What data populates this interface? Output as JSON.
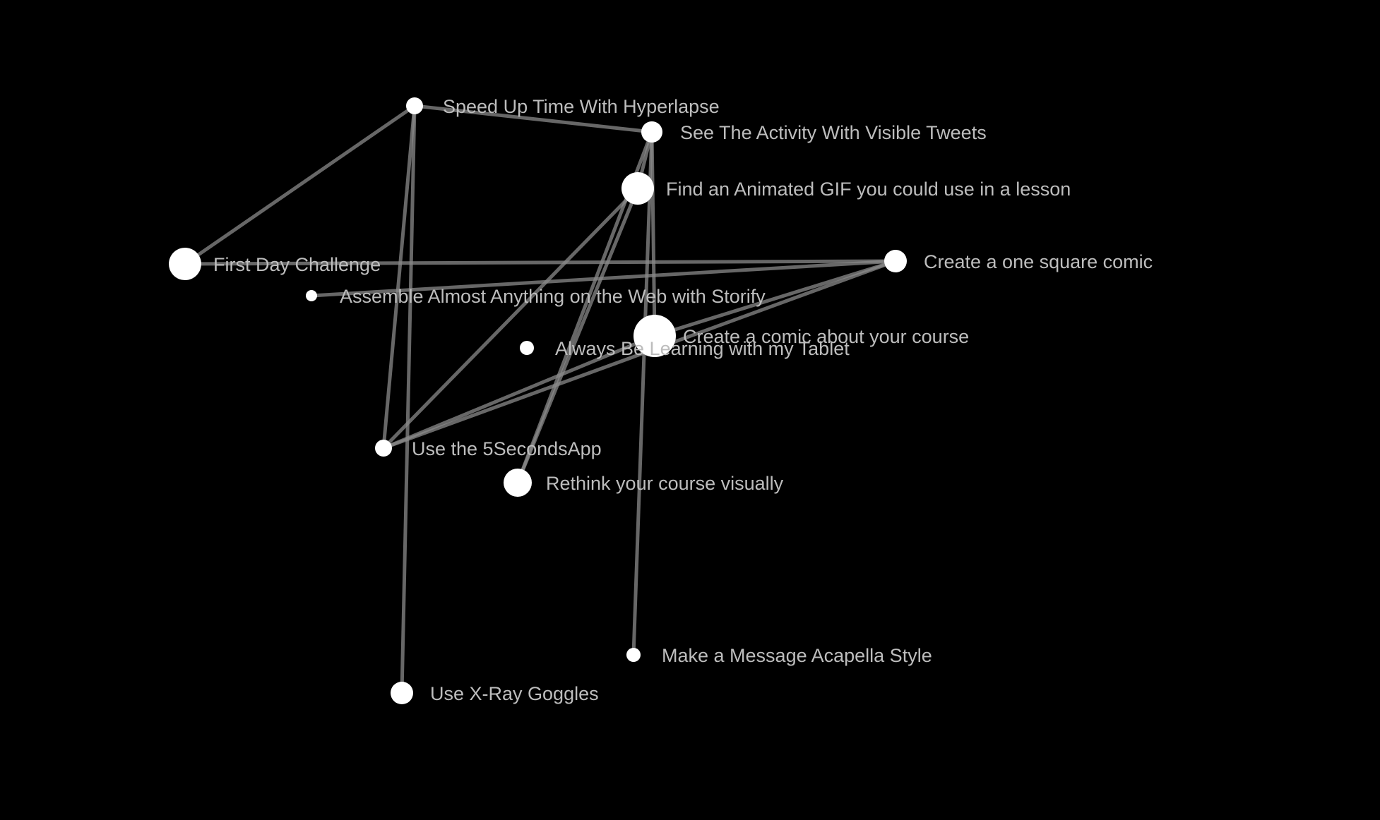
{
  "graph": {
    "nodes": [
      {
        "id": "speed",
        "label": "Speed Up Time With Hyperlapse",
        "weight": 2
      },
      {
        "id": "tweets",
        "label": "See The Activity With Visible Tweets",
        "weight": 3
      },
      {
        "id": "gif",
        "label": "Find an Animated GIF you could use in a lesson",
        "weight": 5
      },
      {
        "id": "firstday",
        "label": "First Day Challenge",
        "weight": 5
      },
      {
        "id": "onesquare",
        "label": "Create a one square comic",
        "weight": 3
      },
      {
        "id": "storify",
        "label": "Assemble Almost Anything on the Web with Storify",
        "weight": 1
      },
      {
        "id": "comic",
        "label": "Create a comic about your course",
        "weight": 6
      },
      {
        "id": "tablet",
        "label": "Always Be Learning with my Tablet",
        "weight": 1
      },
      {
        "id": "fivesec",
        "label": "Use the 5SecondsApp",
        "weight": 2
      },
      {
        "id": "rethink",
        "label": "Rethink your course visually",
        "weight": 4
      },
      {
        "id": "acapella",
        "label": "Make a Message Acapella Style",
        "weight": 1
      },
      {
        "id": "xray",
        "label": "Use X-Ray Goggles",
        "weight": 3
      }
    ],
    "edges": [
      [
        "speed",
        "firstday"
      ],
      [
        "speed",
        "tweets"
      ],
      [
        "speed",
        "fivesec"
      ],
      [
        "speed",
        "xray"
      ],
      [
        "tweets",
        "gif"
      ],
      [
        "tweets",
        "rethink"
      ],
      [
        "tweets",
        "comic"
      ],
      [
        "tweets",
        "acapella"
      ],
      [
        "gif",
        "fivesec"
      ],
      [
        "gif",
        "rethink"
      ],
      [
        "firstday",
        "onesquare"
      ],
      [
        "storify",
        "onesquare"
      ],
      [
        "onesquare",
        "fivesec"
      ],
      [
        "onesquare",
        "comic"
      ],
      [
        "comic",
        "fivesec"
      ]
    ]
  }
}
